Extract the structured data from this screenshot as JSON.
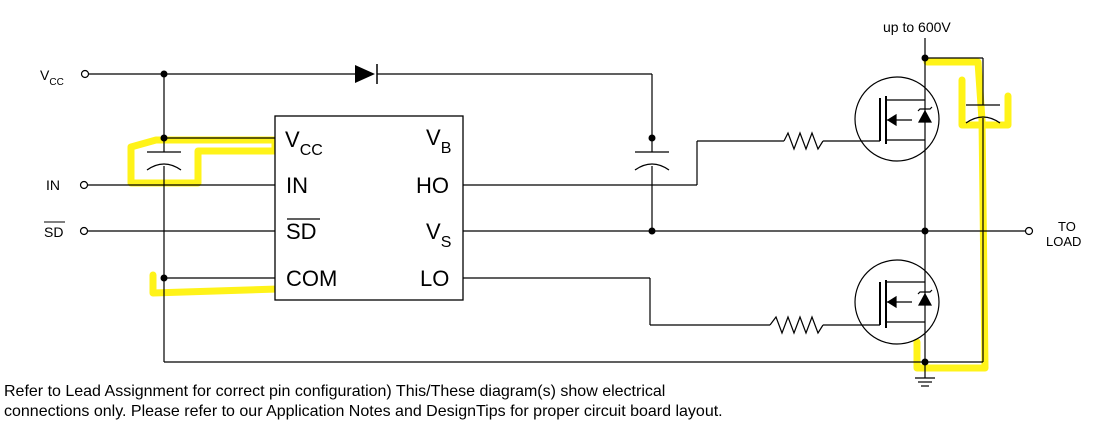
{
  "inputs": {
    "vcc_main": "V",
    "vcc_sub": "CC",
    "in": "IN",
    "sd": "SD"
  },
  "ic": {
    "pin_vcc_main": "V",
    "pin_vcc_sub": "CC",
    "pin_in": "IN",
    "pin_sd": "SD",
    "pin_com": "COM",
    "pin_vb_main": "V",
    "pin_vb_sub": "B",
    "pin_ho": "HO",
    "pin_vs_main": "V",
    "pin_vs_sub": "S",
    "pin_lo": "LO"
  },
  "supply_label": "up to 600V",
  "output": {
    "line1": "TO",
    "line2": "LOAD"
  },
  "notes": {
    "line1": "Refer to Lead Assignment for correct pin configuration) This/These diagram(s) show electrical",
    "line2": "connections only.  Please refer to our Application Notes and DesignTips for proper circuit board layout."
  },
  "colors": {
    "wire": "#000000",
    "highlight": "#fff200"
  }
}
